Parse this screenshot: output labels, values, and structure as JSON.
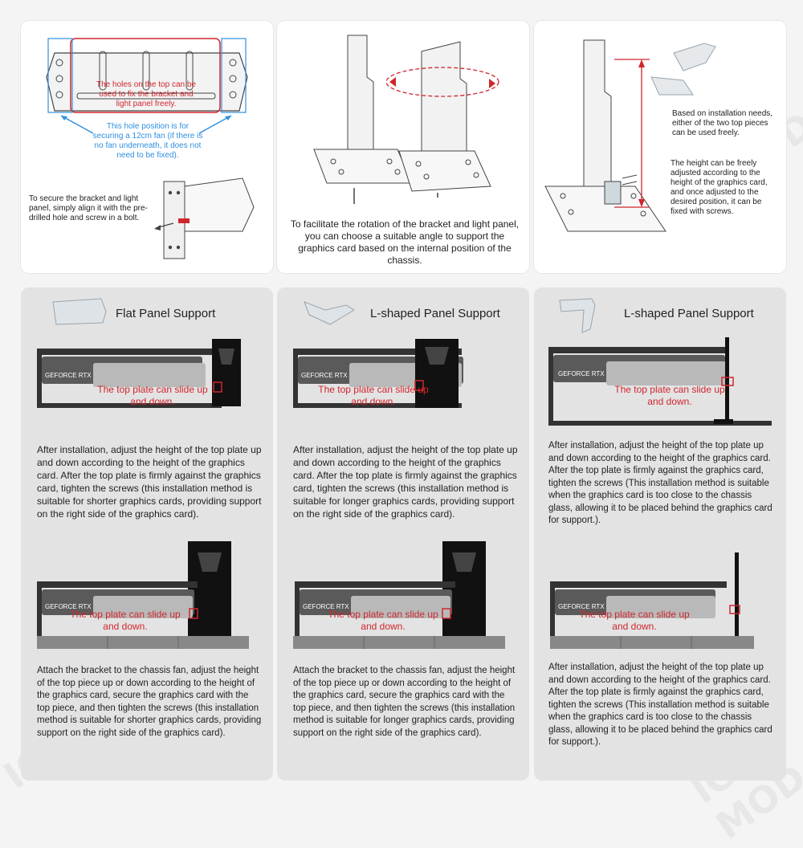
{
  "brand_watermark": "ICY MOD",
  "top_panels": {
    "p1": {
      "red_note": "The holes on the top can be used to fix the bracket and light panel freely.",
      "blue_note": "This hole position is for securing a 12cm fan (if there is no fan underneath, it does not need to be fixed).",
      "align_note": "To secure the bracket and light panel, simply align it with the pre-drilled hole and screw in a bolt."
    },
    "p2": {
      "caption": "To facilitate the rotation of the bracket and light panel, you can choose a suitable angle to support the graphics card based on the internal position of the chassis."
    },
    "p3": {
      "note1": "Based on installation needs, either of the two top pieces can be used freely.",
      "note2": "The height can be freely adjusted according to the height of the graphics card, and once adjusted to the desired position, it can be fixed with screws."
    }
  },
  "bottom_panels": {
    "b1": {
      "title": "Flat Panel Support",
      "gpu_label": "GEFORCE RTX",
      "slide_label": "The top plate can slide up and down.",
      "desc_a": "After installation, adjust the height of the top plate up and down according to the height of the graphics card. After the top plate is firmly against the graphics card, tighten the screws (this installation method is suitable for shorter graphics cards, providing support on the right side of the graphics card).",
      "desc_b": "Attach the bracket to the chassis fan, adjust the height of the top piece up or down according to the height of the graphics card, secure the graphics card with the top piece, and then tighten the screws (this installation method is suitable for shorter graphics cards, providing support on the right side of the graphics card)."
    },
    "b2": {
      "title": "L-shaped Panel Support",
      "gpu_label": "GEFORCE RTX",
      "slide_label": "The top plate can slide up and down.",
      "desc_a": "After installation, adjust the height of the top plate up and down according to the height of the graphics card. After the top plate is firmly against the graphics card, tighten the screws (this installation method is suitable for longer graphics cards, providing support on the right side of the graphics card).",
      "desc_b": "Attach the bracket to the chassis fan, adjust the height of the top piece up or down according to the height of the graphics card, secure the graphics card with the top piece, and then tighten the screws (this installation method is suitable for longer graphics cards, providing support on the right side of the graphics card)."
    },
    "b3": {
      "title": "L-shaped Panel Support",
      "gpu_label": "GEFORCE RTX",
      "slide_label": "The top plate can slide up and down.",
      "desc_a": "After installation, adjust the height of the top plate up and down according to the height of the graphics card. After the top plate is firmly against the graphics card, tighten the screws (This installation method is suitable when the graphics card is too close to the chassis glass, allowing it to be placed behind the graphics card for support.).",
      "desc_b": "After installation, adjust the height of the top plate up and down according to the height of the graphics card. After the top plate is firmly against the graphics card, tighten the screws (This installation method is suitable when the graphics card is too close to the chassis glass, allowing it to be placed behind the graphics card for support.)."
    }
  }
}
